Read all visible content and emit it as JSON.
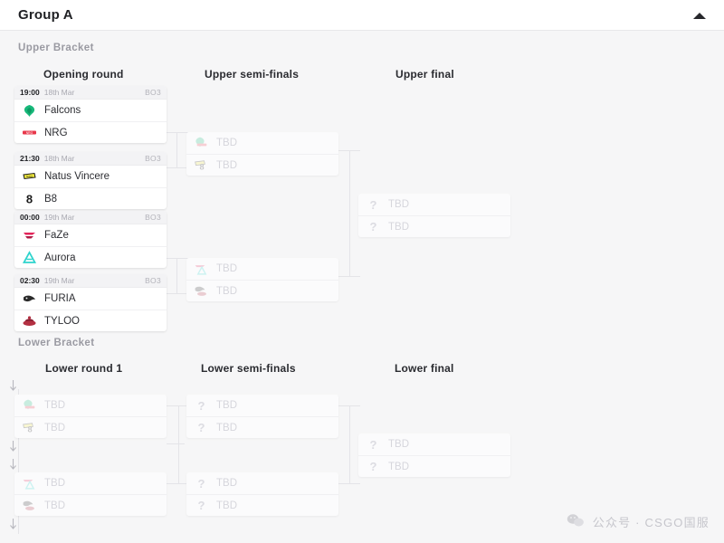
{
  "header": {
    "title": "Group A",
    "collapse_icon": "chevron-up-icon"
  },
  "upper_bracket": {
    "label": "Upper Bracket",
    "rounds": [
      {
        "label": "Opening round"
      },
      {
        "label": "Upper semi-finals"
      },
      {
        "label": "Upper final"
      }
    ],
    "opening_round": [
      {
        "time": "19:00",
        "date": "18th Mar",
        "format": "BO3",
        "teams": [
          {
            "name": "Falcons",
            "logo": "falcons-logo"
          },
          {
            "name": "NRG",
            "logo": "nrg-logo"
          }
        ]
      },
      {
        "time": "21:30",
        "date": "18th Mar",
        "format": "BO3",
        "teams": [
          {
            "name": "Natus Vincere",
            "logo": "navi-logo"
          },
          {
            "name": "B8",
            "logo": "b8-logo"
          }
        ]
      },
      {
        "time": "00:00",
        "date": "19th Mar",
        "format": "BO3",
        "teams": [
          {
            "name": "FaZe",
            "logo": "faze-logo"
          },
          {
            "name": "Aurora",
            "logo": "aurora-logo"
          }
        ]
      },
      {
        "time": "02:30",
        "date": "19th Mar",
        "format": "BO3",
        "teams": [
          {
            "name": "FURIA",
            "logo": "furia-logo"
          },
          {
            "name": "TYLOO",
            "logo": "tyloo-logo"
          }
        ]
      }
    ],
    "semi_finals": [
      {
        "teams": [
          {
            "name": "TBD",
            "logo": "falcons-nrg-stack"
          },
          {
            "name": "TBD",
            "logo": "navi-b8-stack"
          }
        ]
      },
      {
        "teams": [
          {
            "name": "TBD",
            "logo": "faze-aurora-stack"
          },
          {
            "name": "TBD",
            "logo": "furia-tyloo-stack"
          }
        ]
      }
    ],
    "final": [
      {
        "teams": [
          {
            "name": "TBD",
            "logo": "question-icon"
          },
          {
            "name": "TBD",
            "logo": "question-icon"
          }
        ]
      }
    ]
  },
  "lower_bracket": {
    "label": "Lower Bracket",
    "rounds": [
      {
        "label": "Lower round 1"
      },
      {
        "label": "Lower semi-finals"
      },
      {
        "label": "Lower final"
      }
    ],
    "round_1": [
      {
        "teams": [
          {
            "name": "TBD",
            "logo": "falcons-nrg-stack"
          },
          {
            "name": "TBD",
            "logo": "navi-b8-stack"
          }
        ]
      },
      {
        "teams": [
          {
            "name": "TBD",
            "logo": "faze-aurora-stack"
          },
          {
            "name": "TBD",
            "logo": "furia-tyloo-stack"
          }
        ]
      }
    ],
    "semi_finals": [
      {
        "teams": [
          {
            "name": "TBD",
            "logo": "question-icon"
          },
          {
            "name": "TBD",
            "logo": "question-icon"
          }
        ]
      }
    ],
    "final": [
      {
        "teams": [
          {
            "name": "TBD",
            "logo": "question-icon"
          },
          {
            "name": "TBD",
            "logo": "question-icon"
          }
        ]
      }
    ],
    "drop_arrows": 4
  },
  "watermark": {
    "icon": "wechat-icon",
    "text": "公众号 · CSGO国服"
  },
  "colors": {
    "page_bg": "#f6f6f7",
    "card_bg": "#ffffff",
    "card_head_bg": "#f3f3f5",
    "title": "#1f2024",
    "muted": "#9a9aa2",
    "tbd_text": "#d6d6dc",
    "connector": "#e4e4e8",
    "falcons": "#18b87a",
    "nrg": "#e8374a",
    "navi": "#f0e93c",
    "b8": "#1a1a1a",
    "faze": "#e3245a",
    "aurora": "#2fd4cd",
    "furia": "#2b2b2b",
    "tyloo": "#b33042"
  }
}
